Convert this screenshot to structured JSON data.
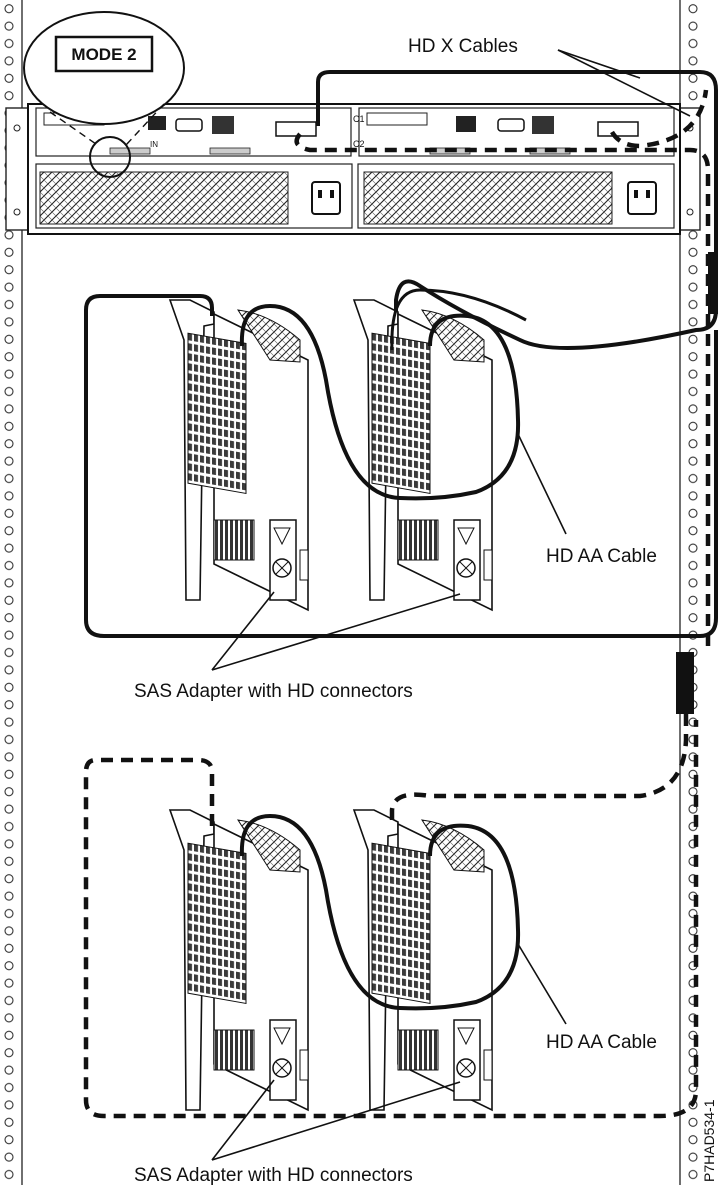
{
  "labels": {
    "mode": "MODE 2",
    "hd_x_cables": "HD X Cables",
    "hd_aa_cable_top": "HD AA Cable",
    "sas_adapter_top": "SAS Adapter with HD connectors",
    "hd_aa_cable_bottom": "HD AA Cable",
    "sas_adapter_bottom": "SAS Adapter with HD connectors",
    "figure_code": "P7HAD534-1"
  },
  "enclosure": {
    "port_labels": [
      "C1",
      "C2"
    ],
    "mode_switch_label": "IN"
  }
}
